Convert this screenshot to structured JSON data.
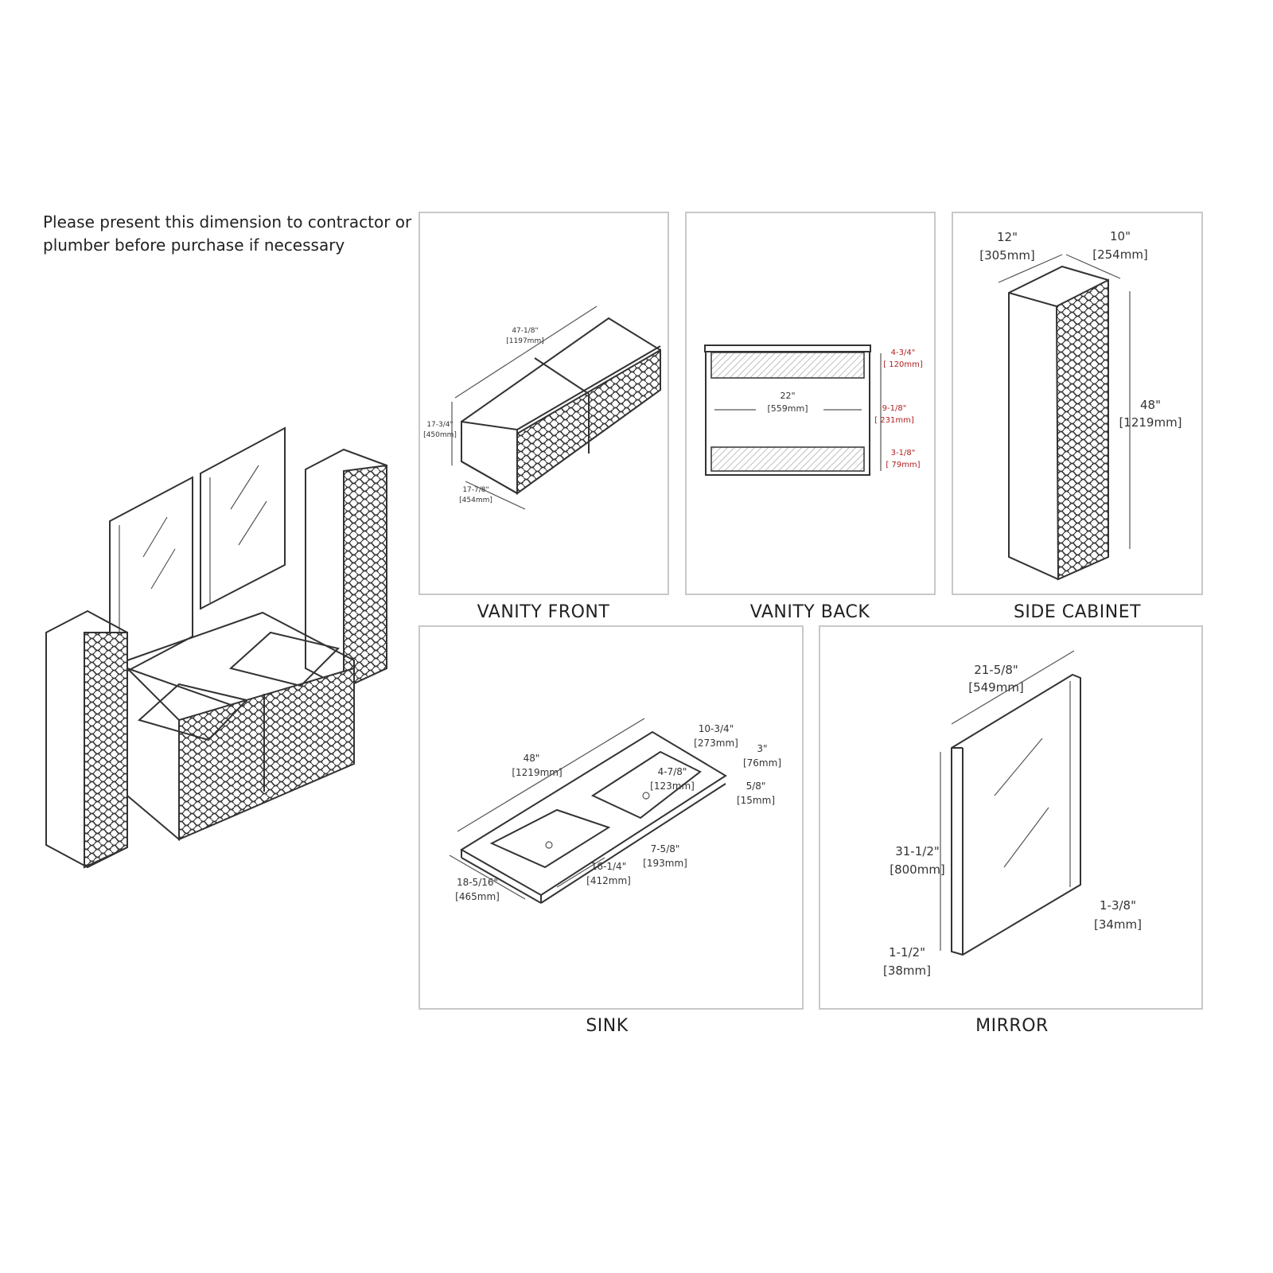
{
  "note": "Please present this dimension to contractor or plumber before purchase if necessary",
  "colors": {
    "line": "#333333",
    "panel_border": "#c8c8c8",
    "highlight_dimension": "#b02020"
  },
  "panels": {
    "vanity_front": {
      "caption": "VANITY FRONT",
      "width": "47-1/8\"",
      "width_mm": "[1197mm]",
      "height": "17-3/4\"",
      "height_mm": "[450mm]",
      "depth": "17-7/8\"",
      "depth_mm": "[454mm]"
    },
    "vanity_back": {
      "caption": "VANITY BACK",
      "width": "22\"",
      "width_mm": "[559mm]",
      "top": "4-3/4\"",
      "top_mm": "[ 120mm]",
      "middle": "9-1/8\"",
      "middle_mm": "[ 231mm]",
      "bottom": "3-1/8\"",
      "bottom_mm": "[ 79mm]"
    },
    "side_cabinet": {
      "caption": "SIDE CABINET",
      "width": "12\"",
      "width_mm": "[305mm]",
      "depth": "10\"",
      "depth_mm": "[254mm]",
      "height": "48\"",
      "height_mm": "[1219mm]"
    },
    "sink": {
      "caption": "SINK",
      "length": "48\"",
      "length_mm": "[1219mm]",
      "edge": "10-3/4\"",
      "edge_mm": "[273mm]",
      "thick": "3\"",
      "thick_mm": "[76mm]",
      "bowl_depth": "4-7/8\"",
      "bowl_depth_mm": "[123mm]",
      "lip": "5/8\"",
      "lip_mm": "[15mm]",
      "bowl_w": "7-5/8\"",
      "bowl_w_mm": "[193mm]",
      "bowl_l": "16-1/4\"",
      "bowl_l_mm": "[412mm]",
      "depth": "18-5/16\"",
      "depth_mm": "[465mm]"
    },
    "mirror": {
      "caption": "MIRROR",
      "width": "21-5/8\"",
      "width_mm": "[549mm]",
      "height": "31-1/2\"",
      "height_mm": "[800mm]",
      "frame": "1-3/8\"",
      "frame_mm": "[34mm]",
      "thickness": "1-1/2\"",
      "thickness_mm": "[38mm]"
    }
  }
}
